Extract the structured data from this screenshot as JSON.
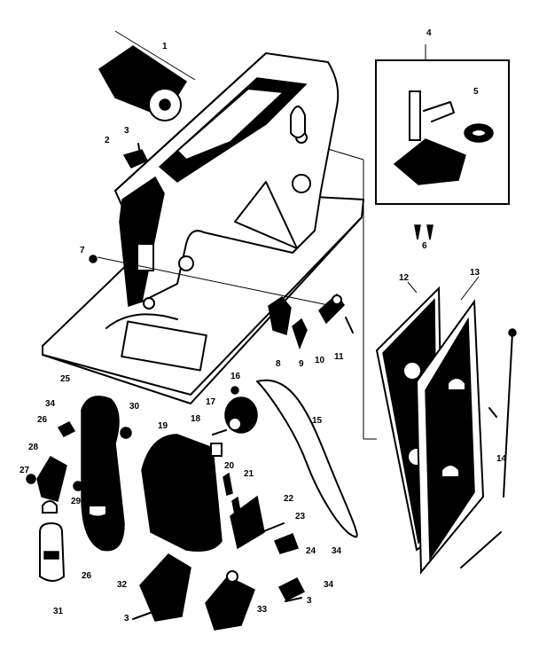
{
  "colors": {
    "ink": "#000000",
    "paper": "#ffffff"
  },
  "callouts": {
    "c1": "1",
    "c2": "2",
    "c3": "3",
    "c4": "4",
    "c5": "5",
    "c6": "6",
    "c7": "7",
    "c8": "8",
    "c9": "9",
    "c10": "10",
    "c11": "11",
    "c12": "12",
    "c13": "13",
    "c14": "14",
    "c15": "15",
    "c16": "16",
    "c17": "17",
    "c18": "18",
    "c19": "19",
    "c20": "20",
    "c21": "21",
    "c22": "22",
    "c23": "23",
    "c24": "24",
    "c25": "25",
    "c26a": "26",
    "c26b": "26",
    "c27": "27",
    "c28": "28",
    "c29": "29",
    "c30": "30",
    "c31": "31",
    "c32": "32",
    "c33": "33",
    "c34a": "34",
    "c34b": "34",
    "c34c": "34",
    "c3b": "3",
    "c3c": "3"
  }
}
